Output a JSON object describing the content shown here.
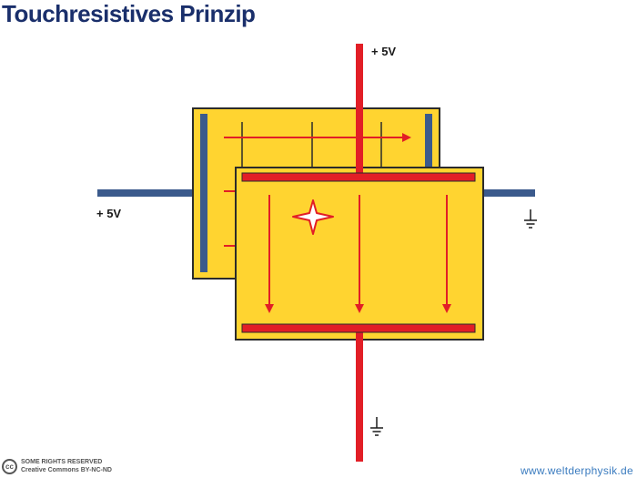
{
  "title": "Touchresistives Prinzip",
  "labels": {
    "top_voltage": "+ 5V",
    "left_voltage": "+ 5V"
  },
  "footer": {
    "license_badge": "cc",
    "license_line1": "SOME RIGHTS RESERVED",
    "license_line2": "Creative Commons BY-NC-ND",
    "website": "www.weltderphysik.de"
  },
  "colors": {
    "title": "#1a2f6b",
    "layer_fill": "#ffd430",
    "outline": "#2b2b2b",
    "red": "#e21e26",
    "blue": "#3b5a8c",
    "footer_link": "#3a7bbf"
  },
  "icons": [
    "ground-symbol-icon",
    "touch-point-icon",
    "arrow-icon",
    "cc-license-icon"
  ]
}
